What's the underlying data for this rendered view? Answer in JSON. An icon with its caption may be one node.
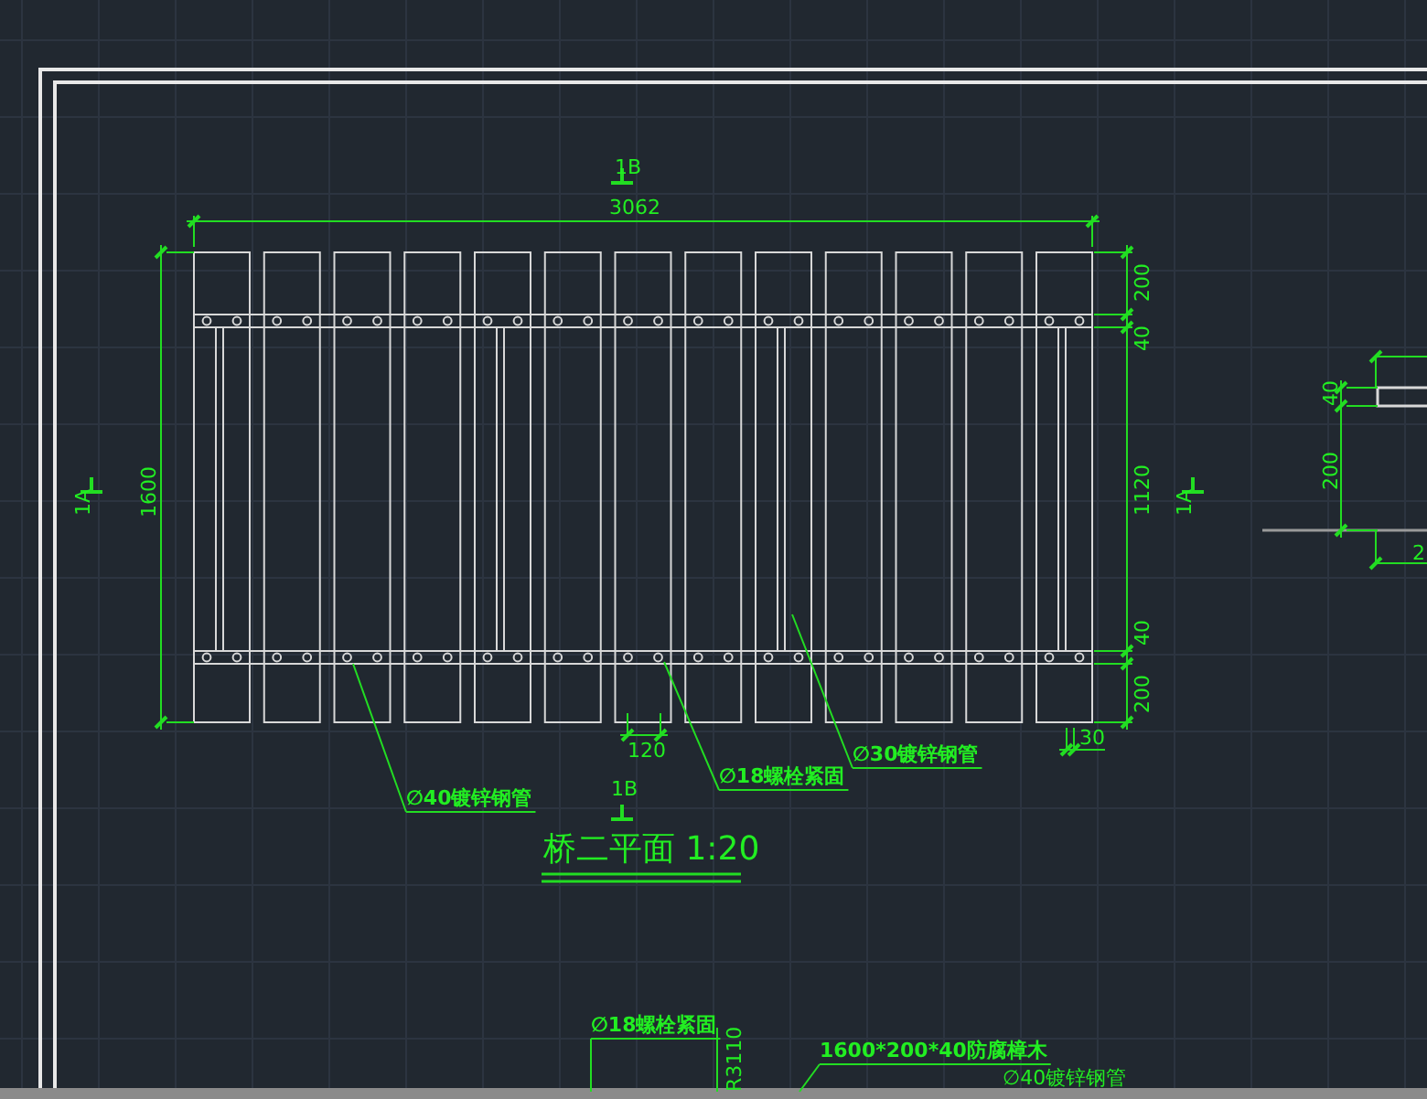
{
  "diagram": {
    "title": "桥二平面 1:20",
    "nodes": [
      {
        "text": [
          "∅40镀锌钢管"
        ]
      },
      {
        "text": [
          "∅18螺栓紧固"
        ]
      },
      {
        "text": [
          "∅30镀锌钢管"
        ]
      },
      {
        "text": [
          "∅18螺栓紧固"
        ]
      },
      {
        "text": [
          "1600*200*40防腐樟木"
        ]
      }
    ],
    "edges": [
      {
        "from": 0,
        "to": null,
        "arrow": "none"
      },
      {
        "from": 1,
        "to": null,
        "arrow": "none"
      },
      {
        "from": 2,
        "to": null,
        "arrow": "none"
      },
      {
        "from": 3,
        "to": null,
        "arrow": "none"
      },
      {
        "from": 4,
        "to": null,
        "arrow": "none"
      }
    ],
    "labels": [
      "1B",
      "3062",
      "200",
      "40",
      "1120",
      "40",
      "200",
      "1600",
      "1A",
      "1A",
      "40",
      "200",
      "2",
      "120",
      "30",
      "1B",
      "R3110",
      "∅40镀锌钢管"
    ]
  }
}
